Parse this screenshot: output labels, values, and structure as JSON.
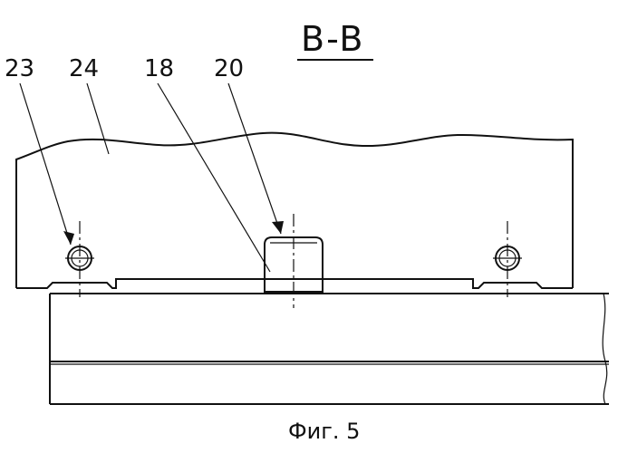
{
  "figure": {
    "section_label": "B-B",
    "caption": "Фиг. 5",
    "callouts": [
      "23",
      "24",
      "18",
      "20"
    ]
  }
}
